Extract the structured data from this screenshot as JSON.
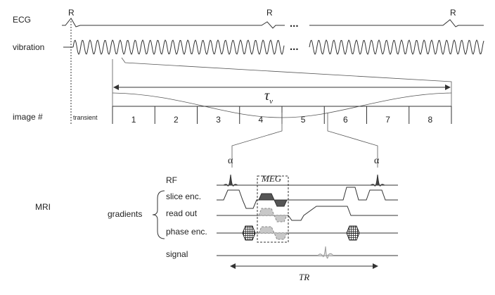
{
  "ecg": {
    "label": "ECG",
    "peak_labels": [
      "R",
      "R",
      "R"
    ],
    "ellipsis": "..."
  },
  "vibration": {
    "label": "vibration",
    "ellipsis": "..."
  },
  "tau": {
    "symbol": "τ",
    "subscript": "v"
  },
  "image_row": {
    "label": "image #",
    "transient": "transient",
    "cells": [
      "1",
      "2",
      "3",
      "4",
      "5",
      "6",
      "7",
      "8"
    ]
  },
  "mri": {
    "label": "MRI",
    "gradients_label": "gradients",
    "alpha_left": "α",
    "alpha_right": "α",
    "meg": "MEG",
    "tr": "TR",
    "rows": [
      "RF",
      "slice enc.",
      "read out",
      "phase enc.",
      "signal"
    ]
  },
  "colors": {
    "line": "#333333",
    "meg_dark": "#555555",
    "meg_light": "#c8c8c8",
    "signal": "#999999"
  }
}
